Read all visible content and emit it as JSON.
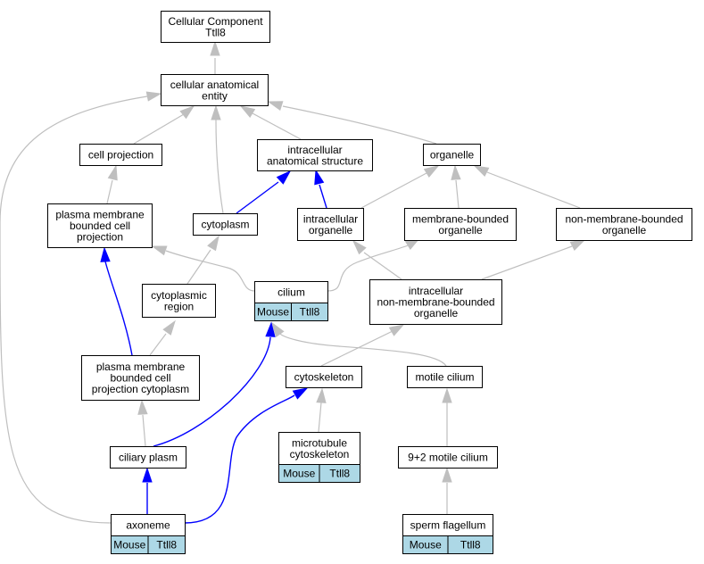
{
  "colors": {
    "node_fill": "#ffffff",
    "node_border": "#000000",
    "annotation_fill": "#add8e6",
    "is_a_edge": "#bfbfbf",
    "part_of_edge": "#0000ff"
  },
  "nodes": {
    "cellular_component": {
      "lines": [
        "Cellular Component",
        "Ttll8"
      ]
    },
    "cellular_anatomical_entity": {
      "lines": [
        "cellular anatomical",
        "entity"
      ]
    },
    "cell_projection": {
      "lines": [
        "cell projection"
      ]
    },
    "intracellular_anatomical_structure": {
      "lines": [
        "intracellular",
        "anatomical structure"
      ]
    },
    "organelle": {
      "lines": [
        "organelle"
      ]
    },
    "plasma_membrane_bounded_cell_projection": {
      "lines": [
        "plasma membrane",
        "bounded cell",
        "projection"
      ]
    },
    "cytoplasm": {
      "lines": [
        "cytoplasm"
      ]
    },
    "intracellular_organelle": {
      "lines": [
        "intracellular",
        "organelle"
      ]
    },
    "membrane_bounded_organelle": {
      "lines": [
        "membrane-bounded",
        "organelle"
      ]
    },
    "non_membrane_bounded_organelle": {
      "lines": [
        "non-membrane-bounded",
        "organelle"
      ]
    },
    "cytoplasmic_region": {
      "lines": [
        "cytoplasmic",
        "region"
      ]
    },
    "cilium": {
      "lines": [
        "cilium"
      ],
      "annotations": [
        "Mouse",
        "Ttll8"
      ]
    },
    "intracellular_non_membrane_bounded_organelle": {
      "lines": [
        "intracellular",
        "non-membrane-bounded",
        "organelle"
      ]
    },
    "plasma_membrane_bounded_cell_projection_cytoplasm": {
      "lines": [
        "plasma membrane",
        "bounded cell",
        "projection cytoplasm"
      ]
    },
    "cytoskeleton": {
      "lines": [
        "cytoskeleton"
      ]
    },
    "motile_cilium": {
      "lines": [
        "motile cilium"
      ]
    },
    "microtubule_cytoskeleton": {
      "lines": [
        "microtubule",
        "cytoskeleton"
      ],
      "annotations": [
        "Mouse",
        "Ttll8"
      ]
    },
    "ciliary_plasm": {
      "lines": [
        "ciliary plasm"
      ]
    },
    "nine_plus_two_motile_cilium": {
      "lines": [
        "9+2 motile cilium"
      ]
    },
    "axoneme": {
      "lines": [
        "axoneme"
      ],
      "annotations": [
        "Mouse",
        "Ttll8"
      ]
    },
    "sperm_flagellum": {
      "lines": [
        "sperm flagellum"
      ],
      "annotations": [
        "Mouse",
        "Ttll8"
      ]
    }
  },
  "edges": [
    {
      "from": "cellular_anatomical_entity",
      "to": "cellular_component",
      "relation": "is_a"
    },
    {
      "from": "cell_projection",
      "to": "cellular_anatomical_entity",
      "relation": "is_a"
    },
    {
      "from": "cytoplasm",
      "to": "cellular_anatomical_entity",
      "relation": "is_a"
    },
    {
      "from": "intracellular_anatomical_structure",
      "to": "cellular_anatomical_entity",
      "relation": "is_a"
    },
    {
      "from": "organelle",
      "to": "cellular_anatomical_entity",
      "relation": "is_a"
    },
    {
      "from": "axoneme",
      "to": "cellular_anatomical_entity",
      "relation": "is_a"
    },
    {
      "from": "plasma_membrane_bounded_cell_projection",
      "to": "cell_projection",
      "relation": "is_a"
    },
    {
      "from": "cytoplasm",
      "to": "intracellular_anatomical_structure",
      "relation": "part_of"
    },
    {
      "from": "intracellular_organelle",
      "to": "intracellular_anatomical_structure",
      "relation": "part_of"
    },
    {
      "from": "intracellular_organelle",
      "to": "organelle",
      "relation": "is_a"
    },
    {
      "from": "membrane_bounded_organelle",
      "to": "organelle",
      "relation": "is_a"
    },
    {
      "from": "non_membrane_bounded_organelle",
      "to": "organelle",
      "relation": "is_a"
    },
    {
      "from": "cilium",
      "to": "plasma_membrane_bounded_cell_projection",
      "relation": "is_a"
    },
    {
      "from": "cilium",
      "to": "membrane_bounded_organelle",
      "relation": "is_a"
    },
    {
      "from": "cytoplasmic_region",
      "to": "cytoplasm",
      "relation": "is_a"
    },
    {
      "from": "intracellular_non_membrane_bounded_organelle",
      "to": "intracellular_organelle",
      "relation": "is_a"
    },
    {
      "from": "intracellular_non_membrane_bounded_organelle",
      "to": "non_membrane_bounded_organelle",
      "relation": "is_a"
    },
    {
      "from": "plasma_membrane_bounded_cell_projection_cytoplasm",
      "to": "plasma_membrane_bounded_cell_projection",
      "relation": "part_of"
    },
    {
      "from": "plasma_membrane_bounded_cell_projection_cytoplasm",
      "to": "cytoplasmic_region",
      "relation": "is_a"
    },
    {
      "from": "cytoskeleton",
      "to": "intracellular_non_membrane_bounded_organelle",
      "relation": "is_a"
    },
    {
      "from": "motile_cilium",
      "to": "cilium",
      "relation": "is_a"
    },
    {
      "from": "microtubule_cytoskeleton",
      "to": "cytoskeleton",
      "relation": "is_a"
    },
    {
      "from": "ciliary_plasm",
      "to": "plasma_membrane_bounded_cell_projection_cytoplasm",
      "relation": "is_a"
    },
    {
      "from": "ciliary_plasm",
      "to": "cilium",
      "relation": "part_of"
    },
    {
      "from": "nine_plus_two_motile_cilium",
      "to": "motile_cilium",
      "relation": "is_a"
    },
    {
      "from": "axoneme",
      "to": "ciliary_plasm",
      "relation": "part_of"
    },
    {
      "from": "axoneme",
      "to": "cytoskeleton",
      "relation": "part_of"
    },
    {
      "from": "sperm_flagellum",
      "to": "nine_plus_two_motile_cilium",
      "relation": "is_a"
    }
  ]
}
